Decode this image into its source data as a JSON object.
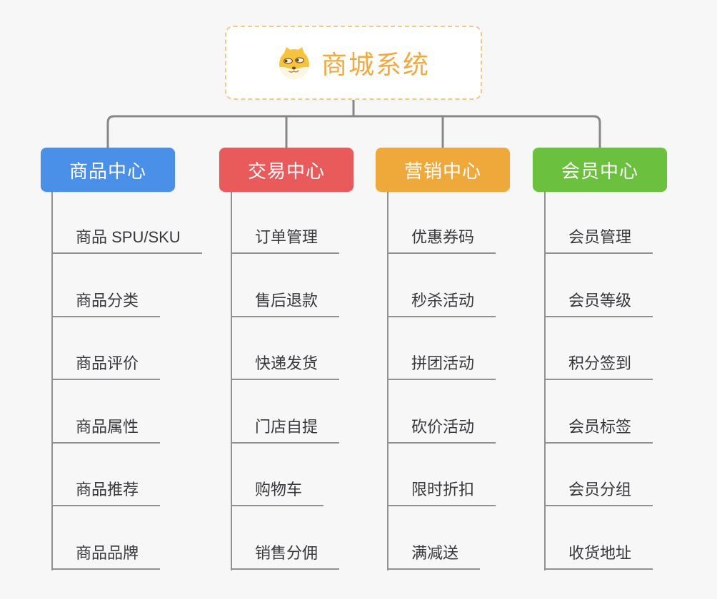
{
  "root": {
    "title": "商城系统",
    "icon": "doge-icon"
  },
  "branches": [
    {
      "label": "商品中心",
      "color": "#4a8fe8",
      "items": [
        "商品 SPU/SKU",
        "商品分类",
        "商品评价",
        "商品属性",
        "商品推荐",
        "商品品牌"
      ]
    },
    {
      "label": "交易中心",
      "color": "#e95b5b",
      "items": [
        "订单管理",
        "售后退款",
        "快递发货",
        "门店自提",
        "购物车",
        "销售分佣"
      ]
    },
    {
      "label": "营销中心",
      "color": "#efa93a",
      "items": [
        "优惠券码",
        "秒杀活动",
        "拼团活动",
        "砍价活动",
        "限时折扣",
        "满减送"
      ]
    },
    {
      "label": "会员中心",
      "color": "#6bc03d",
      "items": [
        "会员管理",
        "会员等级",
        "积分签到",
        "会员标签",
        "会员分组",
        "收货地址"
      ]
    }
  ],
  "style": {
    "background": "#f7f7f7",
    "root_accent": "#f2a93f",
    "root_border": "#f3c988",
    "connector_main": "#878787",
    "connector_sub": "#919191",
    "leaf_text": "#37373c"
  }
}
